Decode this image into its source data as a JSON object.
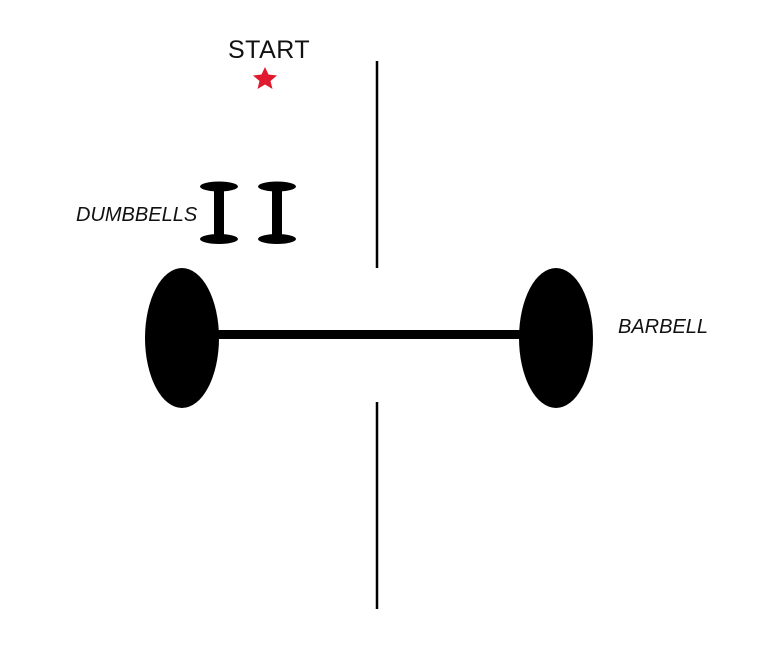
{
  "labels": {
    "start": "START",
    "dumbbells": "DUMBBELLS",
    "barbell": "BARBELL"
  },
  "icons": {
    "start_marker": "star-icon",
    "dumbbell": "dumbbell-icon",
    "barbell": "barbell-icon"
  },
  "colors": {
    "background": "#ffffff",
    "ink": "#000000",
    "start_marker": "#e0192e"
  }
}
